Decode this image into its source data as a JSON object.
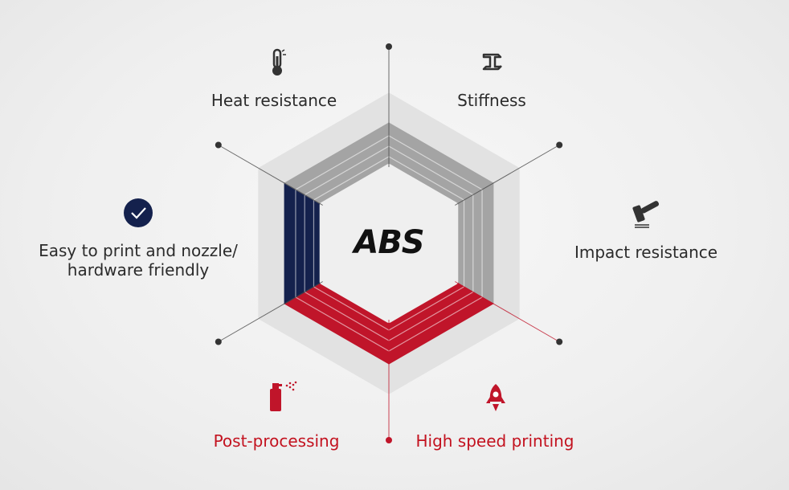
{
  "center_label": "ABS",
  "colors": {
    "navy": "#14214d",
    "red": "#c0152a",
    "gray": "#a4a4a4",
    "outer": "#e2e2e2",
    "inner": "#efefef",
    "axis": "#4a4a4a",
    "axis_red": "#c0152a"
  },
  "properties": [
    {
      "label": "Heat resistance",
      "icon": "thermometer-icon",
      "color": "dark"
    },
    {
      "label": "Stiffness",
      "icon": "steel-beam-icon",
      "color": "dark"
    },
    {
      "label": "Impact resistance",
      "icon": "hammer-icon",
      "color": "dark"
    },
    {
      "label": "High speed printing",
      "icon": "rocket-icon",
      "color": "red"
    },
    {
      "label": "Post-processing",
      "icon": "spray-can-icon",
      "color": "red"
    },
    {
      "line1": "Easy to print and nozzle/",
      "line2": "hardware friendly",
      "icon": "check-circle-icon",
      "color": "dark"
    }
  ]
}
